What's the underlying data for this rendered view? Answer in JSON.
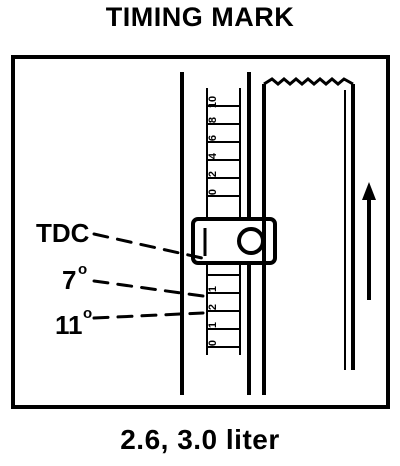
{
  "title": "TIMING MARK",
  "caption": "2.6, 3.0 liter",
  "labels": {
    "tdc": "TDC",
    "seven_deg": "7",
    "eleven_deg": "11",
    "degree_symbol": "o"
  },
  "scale_marks": [
    "10",
    "8",
    "6",
    "4",
    "2",
    "0",
    "1",
    "2",
    "1",
    "0"
  ]
}
